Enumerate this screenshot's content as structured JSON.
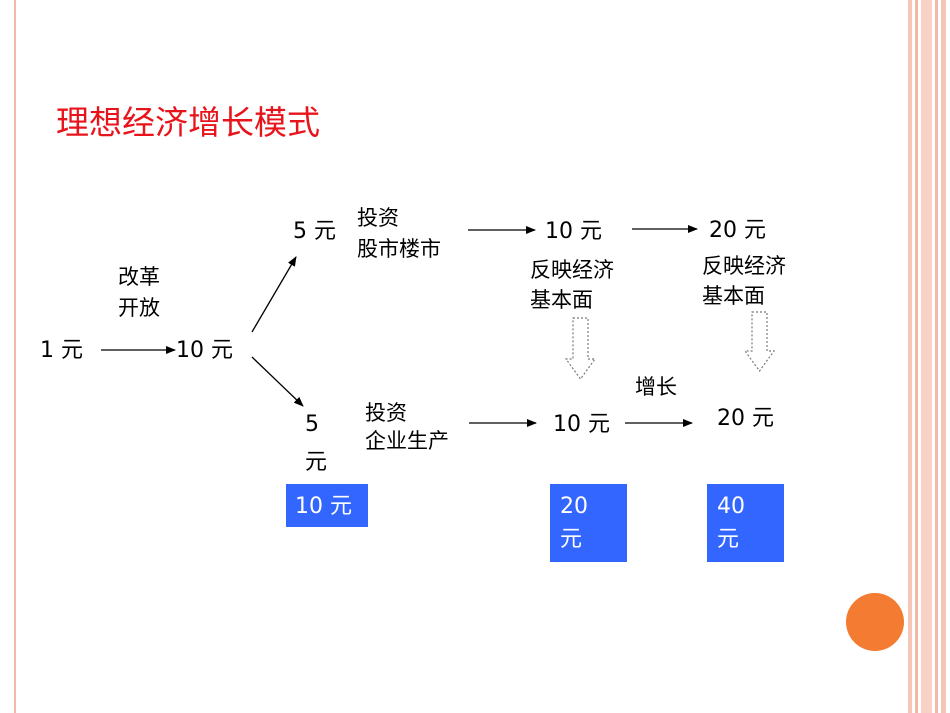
{
  "title": "理想经济增长模式",
  "nodes": {
    "start": "1 元",
    "after_reform": "10 元",
    "top_split": "5 元",
    "top_mid": "10 元",
    "top_end": "20 元",
    "bottom_split_line1": "5",
    "bottom_split_line2": "元",
    "bottom_mid": "10 元",
    "bottom_end": "20 元"
  },
  "labels": {
    "reform_line1": "改革",
    "reform_line2": "开放",
    "invest_stock_line1": "投资",
    "invest_stock_line2": "股市楼市",
    "fundamentals1_line1": "反映经济",
    "fundamentals1_line2": "基本面",
    "fundamentals2_line1": "反映经济",
    "fundamentals2_line2": "基本面",
    "invest_prod_line1": "投资",
    "invest_prod_line2": "企业生产",
    "growth": "增长"
  },
  "totals": {
    "total1": "10 元",
    "total2_line1": "20",
    "total2_line2": "元",
    "total3_line1": "40",
    "total3_line2": "元"
  },
  "colors": {
    "title": "#e8141b",
    "total_box": "#3366ff",
    "accent_circle": "#f47b32",
    "frame_stripe": "#f3b9a6"
  }
}
